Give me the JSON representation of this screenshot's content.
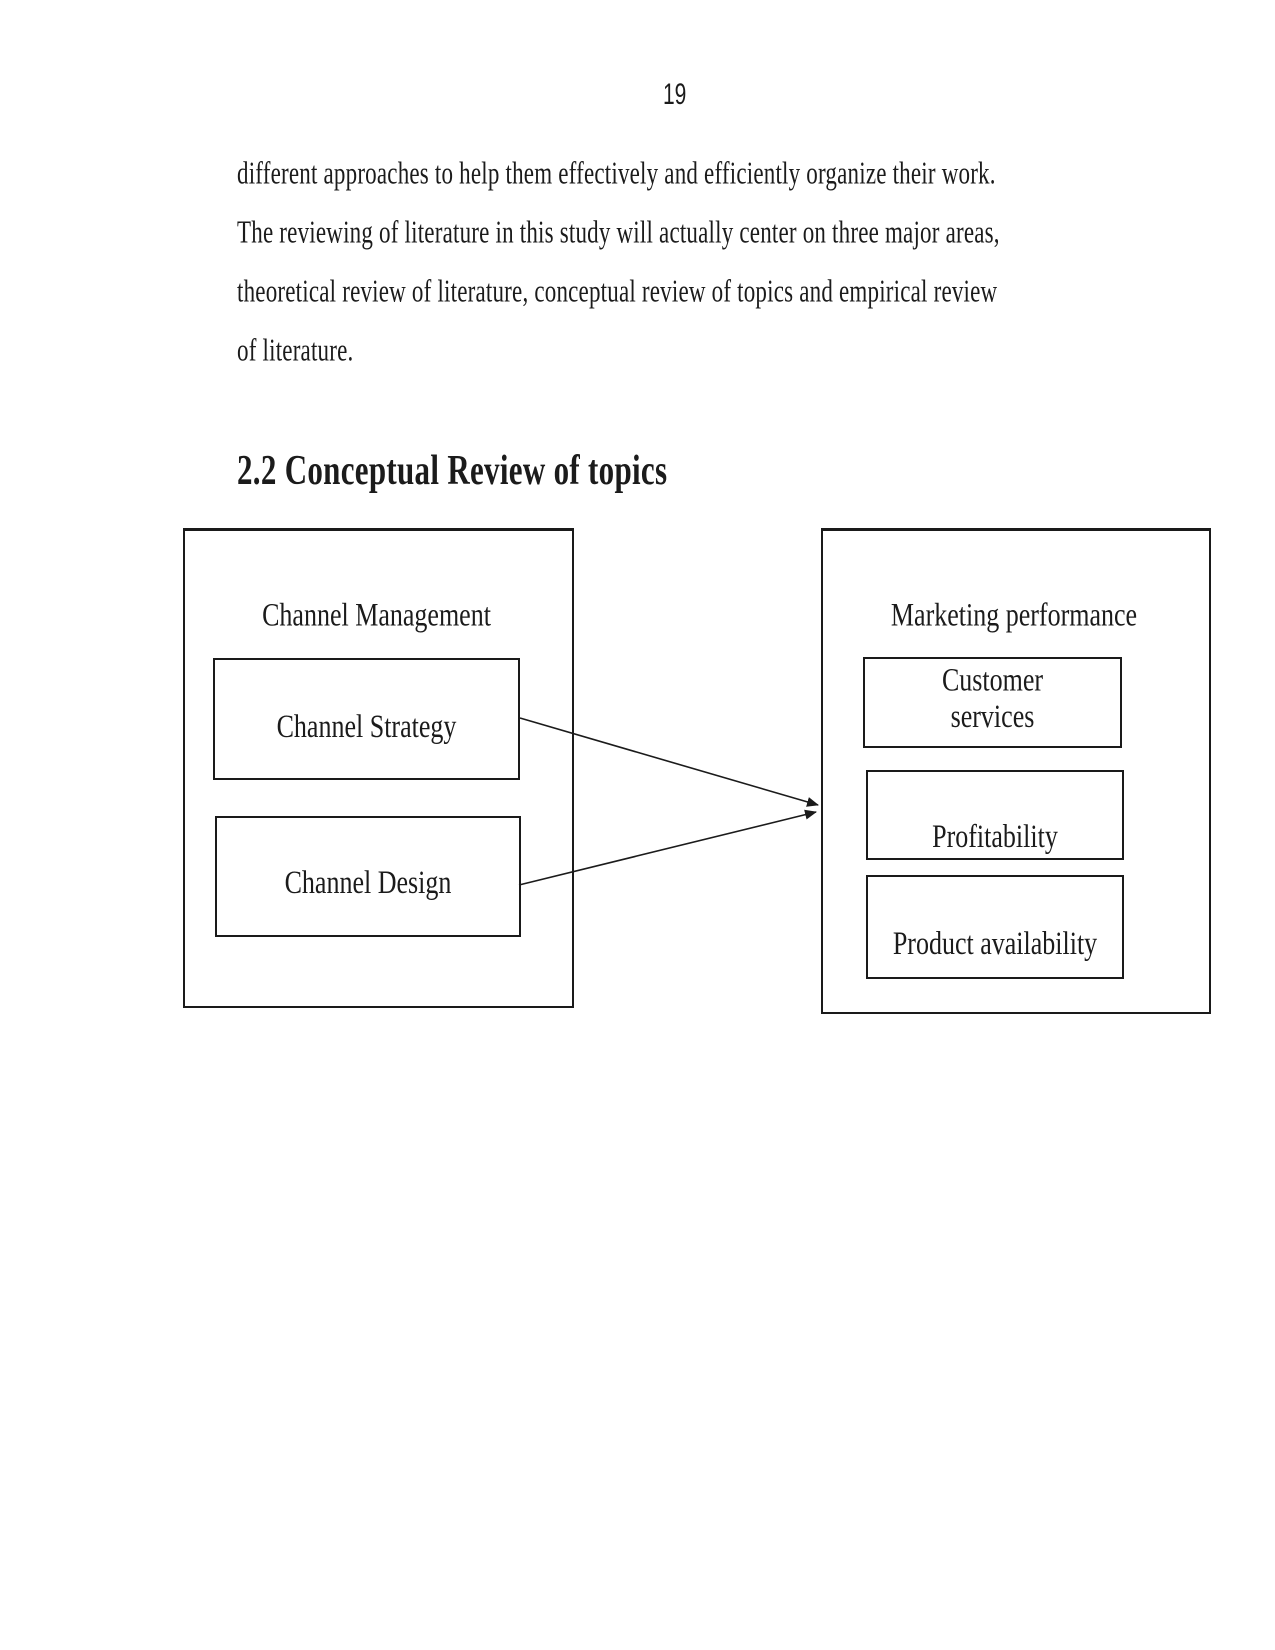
{
  "colors": {
    "ink": "#1b1b1b",
    "border": "#1a1a1a",
    "background": "#ffffff"
  },
  "page": {
    "number": "19",
    "paragraph_lines": [
      "different approaches to help them effectively and efficiently organize their work.",
      "The reviewing of literature in this study will actually center on three major areas,",
      "theoretical review of literature, conceptual review of topics and empirical review",
      "of literature."
    ],
    "heading": "2.2 Conceptual Review of topics"
  },
  "diagram": {
    "channel_management": {
      "title": "Channel Management",
      "channel_strategy": "Channel Strategy",
      "channel_design": "Channel Design"
    },
    "marketing_performance": {
      "title": "Marketing performance",
      "customer_services": {
        "line1": "Customer",
        "line2": "services"
      },
      "profitability": "Profitability",
      "product_availability": "Product availability"
    }
  }
}
